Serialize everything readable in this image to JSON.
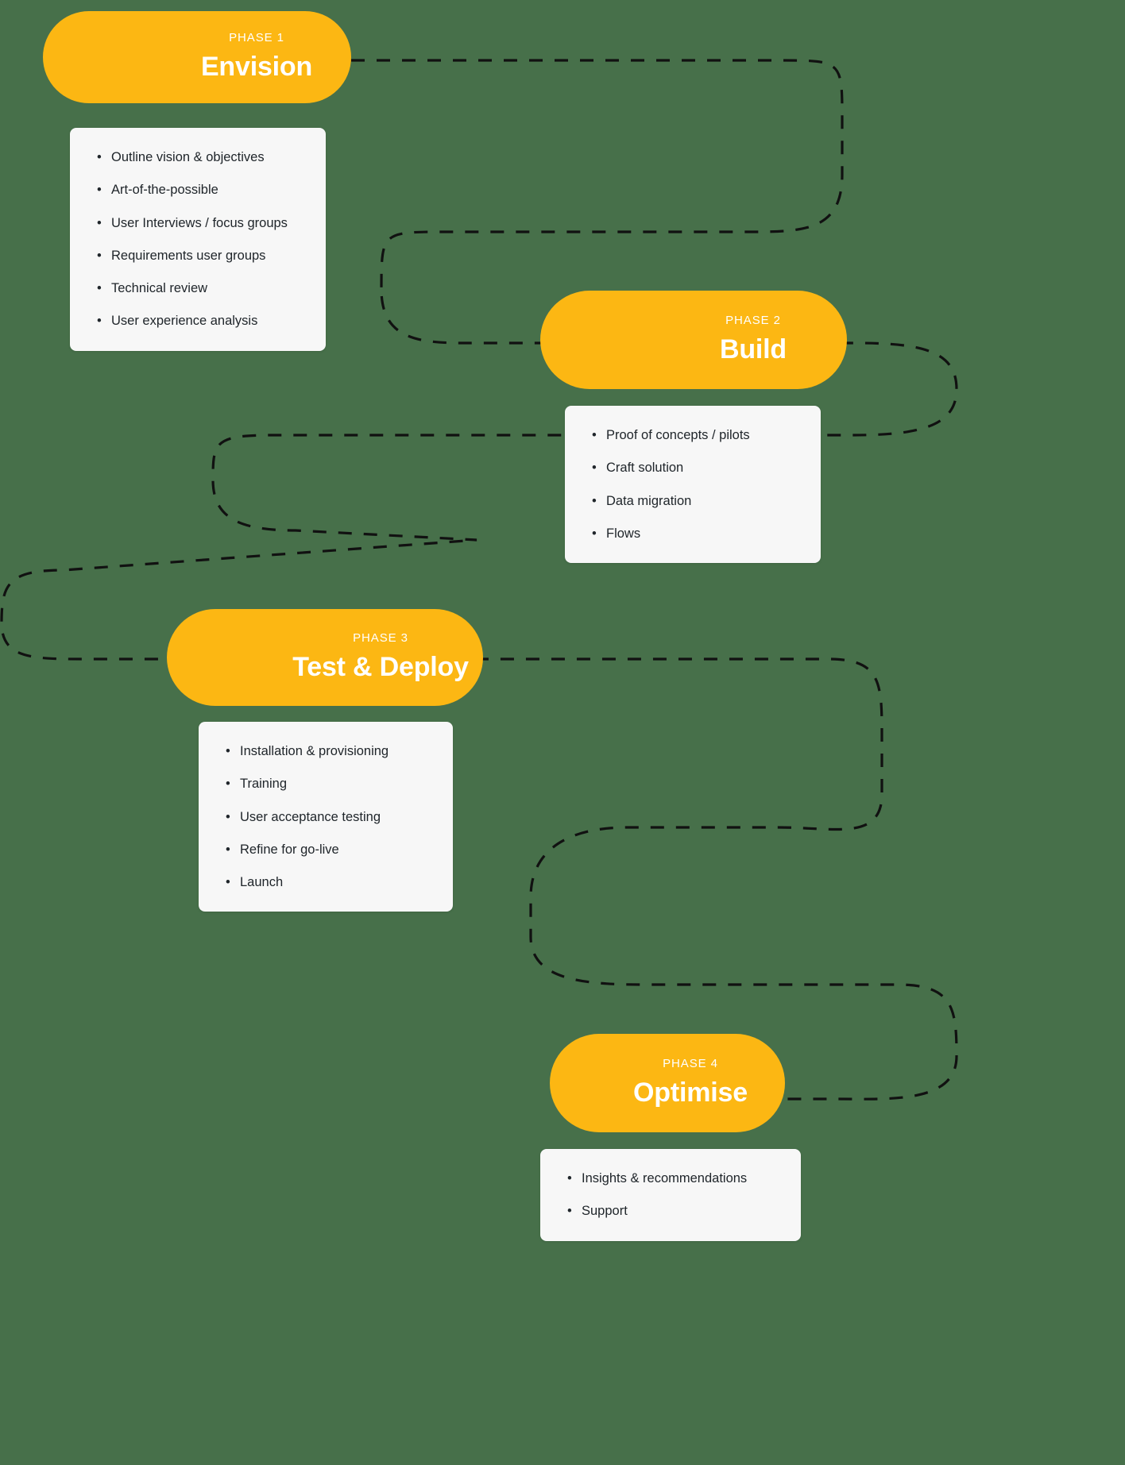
{
  "theme": {
    "background_color": "#47704a",
    "pill_color": "#fcb713",
    "pill_text_color": "#ffffff",
    "card_background": "#f7f7f7",
    "card_text_color": "#20262b",
    "connector_color": "#111111"
  },
  "connector": {
    "style": "dashed",
    "name": "phase-flow-dashed-path"
  },
  "phases": [
    {
      "kicker": "PHASE 1",
      "title": "Envision",
      "bullets": [
        "Outline vision & objectives",
        "Art-of-the-possible",
        "User Interviews / focus groups",
        "Requirements user groups",
        "Technical review",
        "User experience analysis"
      ]
    },
    {
      "kicker": "PHASE 2",
      "title": "Build",
      "bullets": [
        "Proof of concepts / pilots",
        "Craft solution",
        "Data migration",
        "Flows"
      ]
    },
    {
      "kicker": "PHASE 3",
      "title": "Test & Deploy",
      "bullets": [
        "Installation & provisioning",
        "Training",
        "User acceptance testing",
        "Refine for go-live",
        "Launch"
      ]
    },
    {
      "kicker": "PHASE 4",
      "title": "Optimise",
      "bullets": [
        "Insights & recommendations",
        "Support"
      ]
    }
  ],
  "bullet_glyph": "•"
}
